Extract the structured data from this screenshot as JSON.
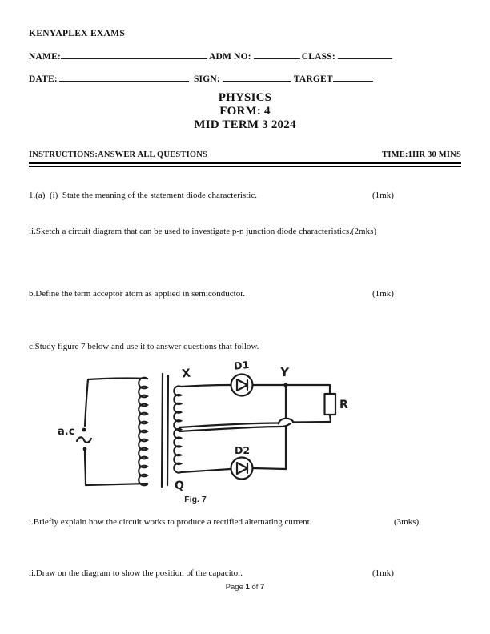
{
  "header": {
    "school": "KENYAPLEX EXAMS",
    "fields": {
      "name": "NAME:",
      "adm": "ADM NO:",
      "class": "CLASS:",
      "date": "DATE:",
      "sign": "SIGN:",
      "target": "TARGET"
    },
    "title_lines": {
      "subject": "PHYSICS",
      "form": "FORM: 4",
      "term": "MID TERM 3 2024"
    },
    "instructions": "INSTRUCTIONS:ANSWER ALL QUESTIONS",
    "time": "TIME:1HR 30 MINS"
  },
  "questions": [
    {
      "text": "1.(a)  (i)  State the meaning of the statement diode characteristic.",
      "marks": "(1mk)"
    },
    {
      "text": "ii.Sketch a circuit diagram that can be used to investigate p-n junction diode characteristics.(2mks)",
      "marks": ""
    },
    {
      "text": "b.Define the term acceptor atom as applied in semiconductor.",
      "marks": "(1mk)"
    },
    {
      "text": "c.Study figure 7 below and use it to answer questions that follow.",
      "marks": ""
    },
    {
      "text": "i.Briefly explain how the circuit works to produce a rectified alternating current.",
      "marks": "(3mks)"
    },
    {
      "text": "ii.Draw on the diagram to show the position of the capacitor.",
      "marks": "(1mk)"
    }
  ],
  "figure": {
    "caption": "Fig. 7",
    "description": "Hand-drawn full-wave rectifier: a.c source, centre-tapped transformer, diodes D1 and D2, load resistor R",
    "labels": {
      "ac": "a.c",
      "x": "X",
      "q": "Q",
      "d1": "D1",
      "d2": "D2",
      "y": "Y",
      "r": "R"
    },
    "icons": {
      "ac_squiggle": "ac-source-squiggle-icon",
      "diode": "circled-triangle-diode-icon",
      "resistor": "rectangle-resistor-icon",
      "transformer_core": "double-bar-core-icon"
    }
  },
  "footer": {
    "page_prefix": "Page",
    "page_number": "1",
    "of_word": "of",
    "page_total": "7"
  }
}
